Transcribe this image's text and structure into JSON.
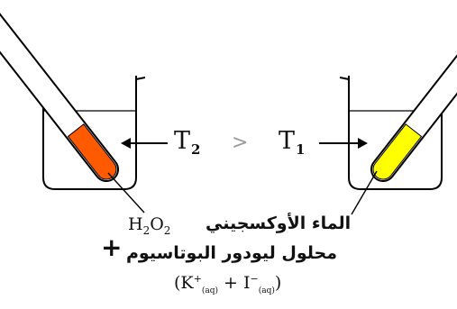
{
  "diagram": {
    "left_temperature": {
      "symbol": "T",
      "subscript": "2"
    },
    "comparison": ">",
    "right_temperature": {
      "symbol": "T",
      "subscript": "1"
    },
    "solution_colors": {
      "left": "#ff5a00",
      "right": "#ffff00"
    },
    "reagent": {
      "name_ar": "الماء الأوكسجيني",
      "formula": {
        "base1": "H",
        "sub1": "2",
        "base2": "O",
        "sub2": "2"
      },
      "plus": "+",
      "solution_ar": "محلول ليودور البوتاسيوم",
      "ions": {
        "open": "(",
        "cation": "K",
        "cation_charge": "+",
        "cation_state": "(aq)",
        "sep": " + ",
        "anion": "I",
        "anion_charge": "−",
        "anion_state": "(aq)",
        "close": ")"
      }
    }
  }
}
